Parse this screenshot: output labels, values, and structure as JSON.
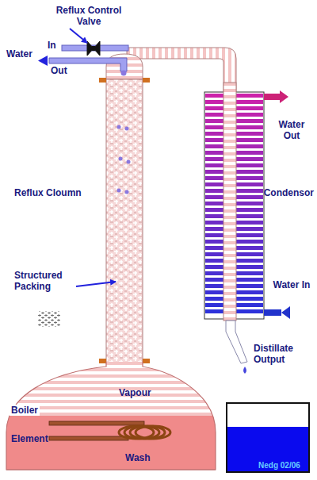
{
  "diagram": {
    "labels": [
      "Reflux Control Valve",
      "Water",
      "In",
      "Out",
      "Water Out",
      "Reflux Cloumn",
      "Condensor",
      "Structured Packing",
      "Water In",
      "Distillate Output",
      "Vapour",
      "Boiler",
      "Element",
      "Wash",
      "Nedg 02/06"
    ]
  }
}
